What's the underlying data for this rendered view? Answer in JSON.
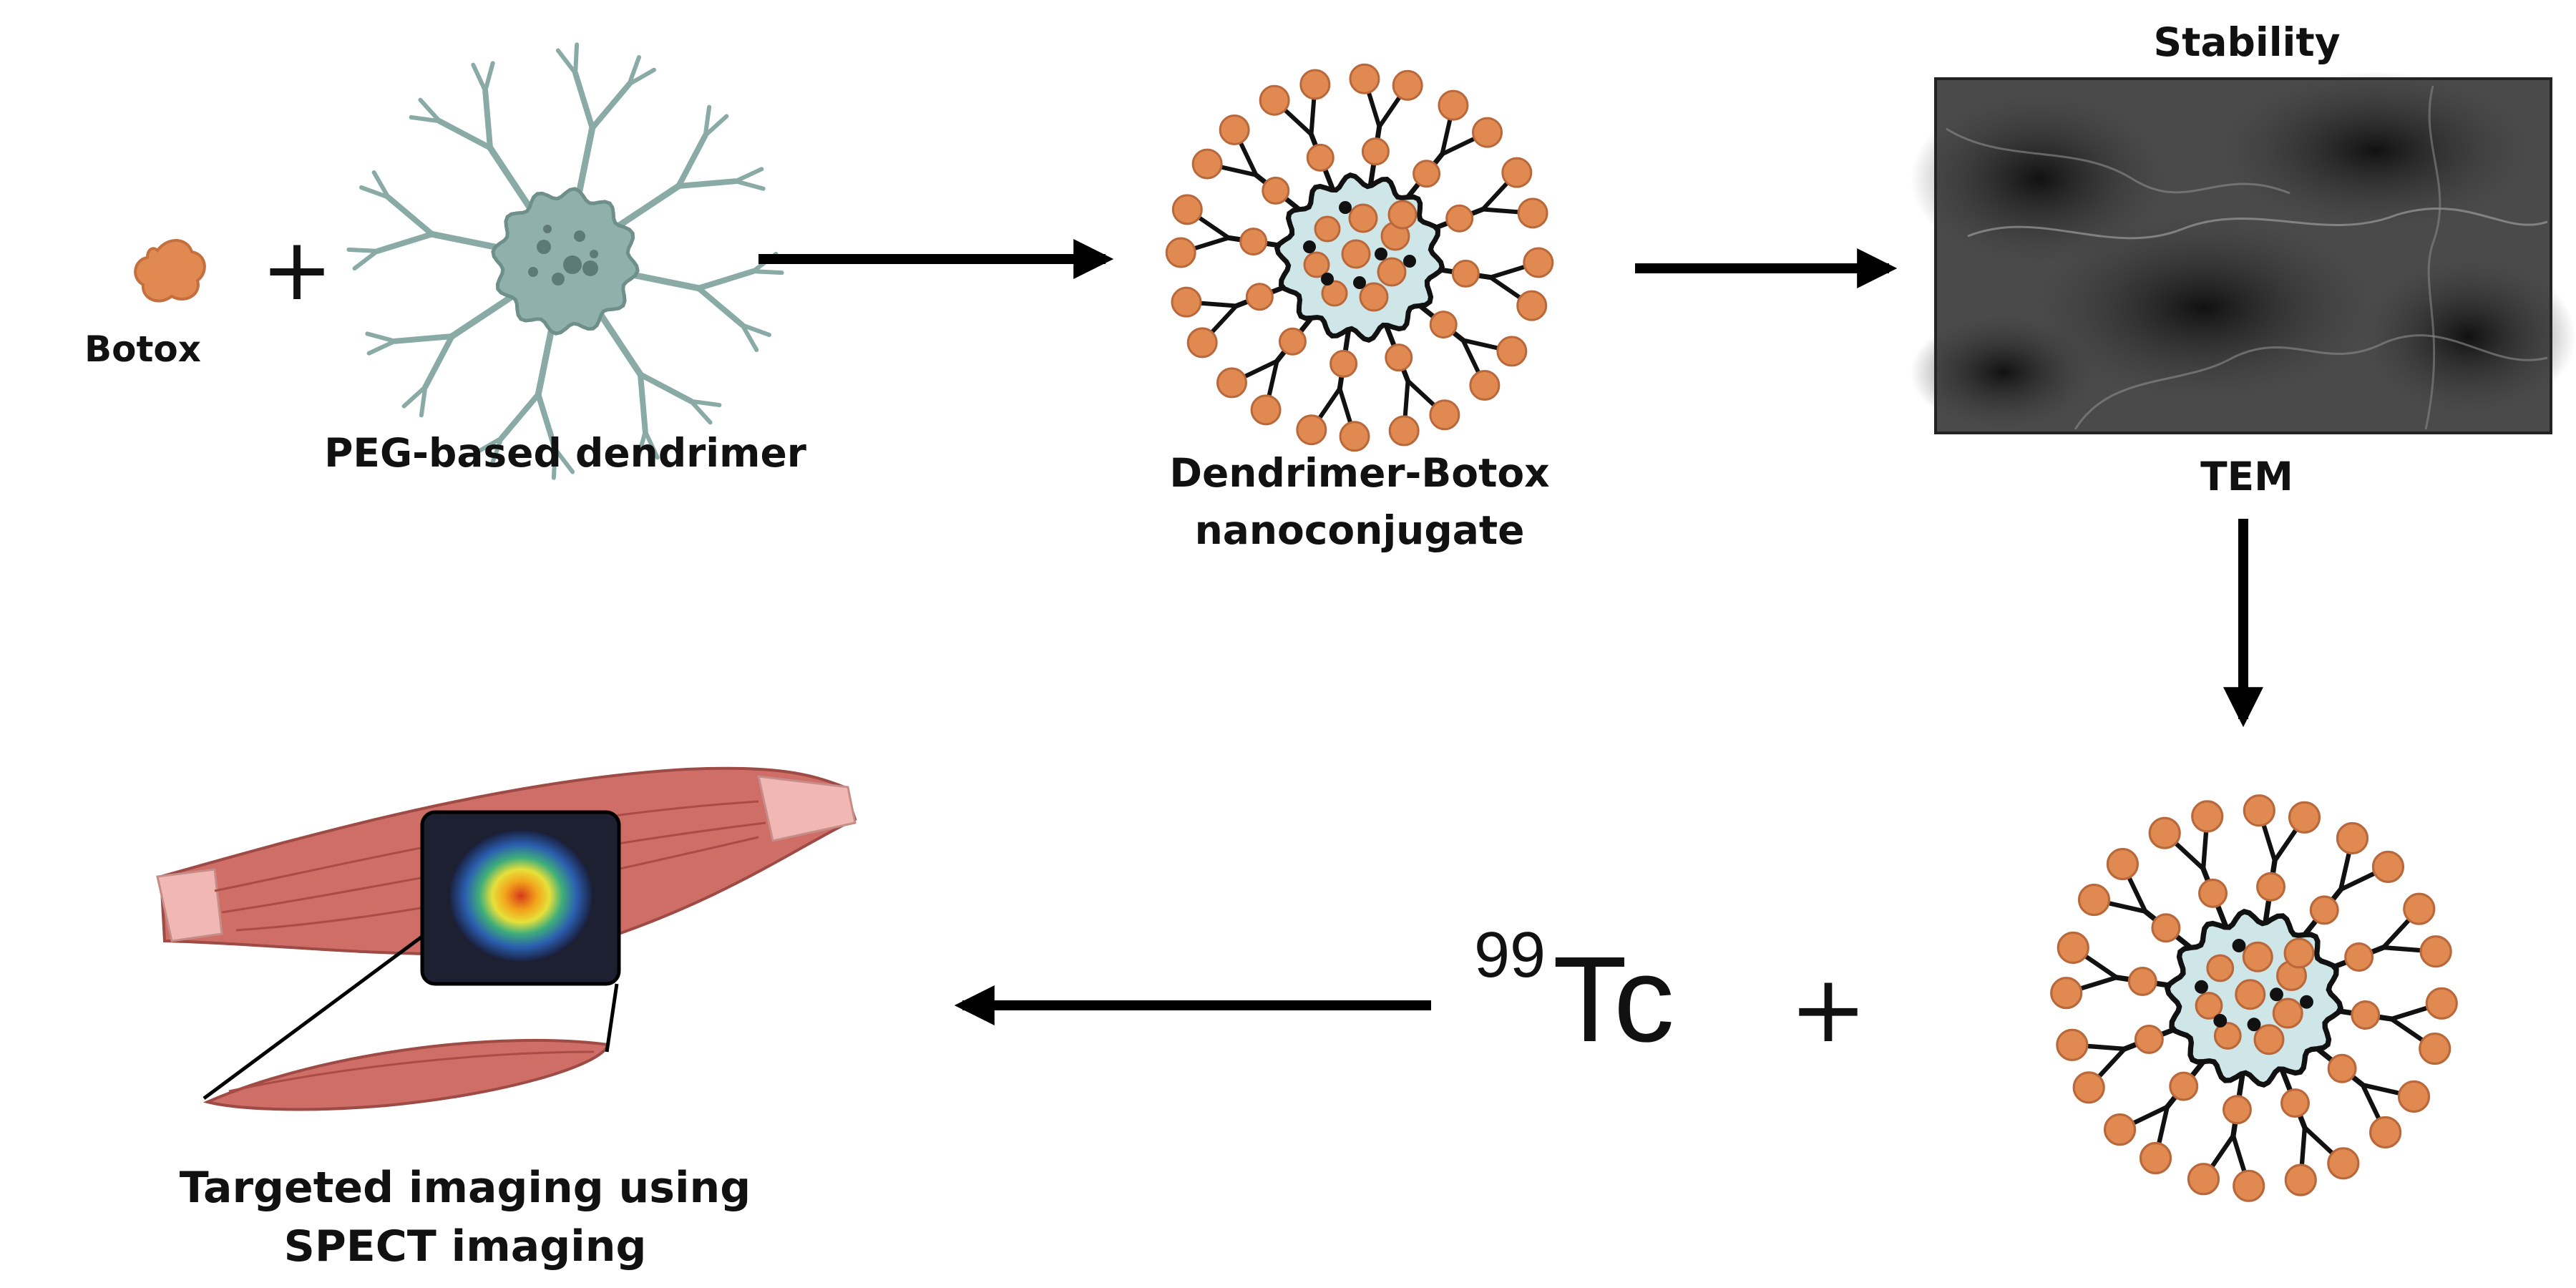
{
  "labels": {
    "botox": "Botox",
    "plus": "+",
    "dendrimer": "PEG-based dendrimer",
    "conjugate_line1": "Dendrimer-Botox",
    "conjugate_line2": "nanoconjugate",
    "stability": "Stability",
    "tem": "TEM",
    "tc_mass": "99",
    "tc_symbol": "Tc",
    "imaging_line1": "Targeted imaging using",
    "imaging_line2": "SPECT imaging"
  },
  "colors": {
    "botox": "#e08a52",
    "dendrimer": "#8aaaa6",
    "conjugate_core": "#cfe6e8",
    "muscle": "#cf6d67",
    "arrow": "#000000"
  }
}
